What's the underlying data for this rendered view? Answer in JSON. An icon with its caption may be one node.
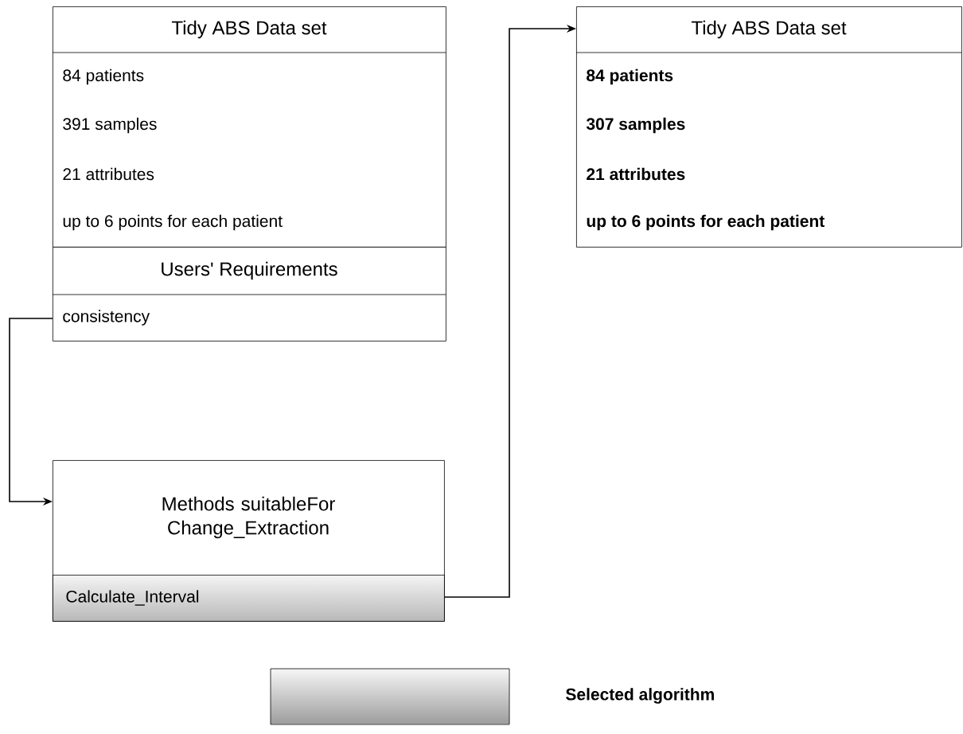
{
  "diagram": {
    "nodes": [
      {
        "text": [
          "Tidy ABS Data set",
          "84 patients",
          "391 samples",
          "21 attributes",
          "up to 6 points for each patient"
        ]
      },
      {
        "text": [
          "Users' Requirements",
          "consistency"
        ]
      },
      {
        "text": [
          "Methods suitableFor Change_Extraction"
        ]
      },
      {
        "text": [
          "Calculate_Interval"
        ],
        "in": 2
      },
      {
        "text": [
          "Tidy ABS Data set",
          "84 patients",
          "307 samples",
          "21 attributes",
          "up to 6 points for each patient"
        ]
      }
    ],
    "edges": [
      {
        "from": 1,
        "to": 2,
        "arrow": "to"
      },
      {
        "from": 3,
        "to": 4,
        "arrow": "to"
      }
    ],
    "legend": [
      {
        "text": "Selected algorithm",
        "color": "#c4c4c4"
      }
    ]
  }
}
